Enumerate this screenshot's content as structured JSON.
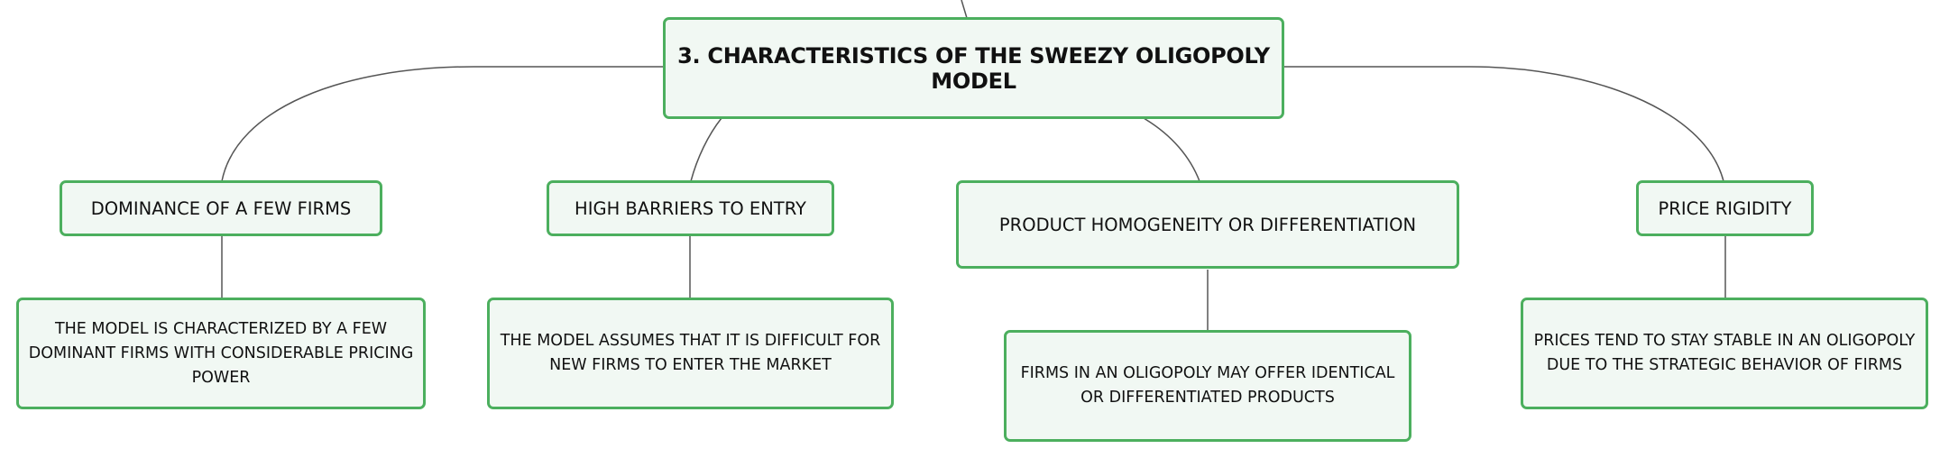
{
  "root": {
    "title": "3. CHARACTERISTICS OF THE SWEEZY OLIGOPOLY MODEL"
  },
  "branches": [
    {
      "label": "DOMINANCE OF A FEW FIRMS",
      "detail": "THE MODEL IS CHARACTERIZED BY A FEW DOMINANT FIRMS WITH CONSIDERABLE PRICING POWER"
    },
    {
      "label": "HIGH BARRIERS TO ENTRY",
      "detail": "THE MODEL ASSUMES THAT IT IS DIFFICULT FOR NEW FIRMS TO ENTER THE MARKET"
    },
    {
      "label": "PRODUCT HOMOGENEITY OR DIFFERENTIATION",
      "detail": "FIRMS IN AN OLIGOPOLY MAY OFFER IDENTICAL OR DIFFERENTIATED PRODUCTS"
    },
    {
      "label": "PRICE RIGIDITY",
      "detail": "PRICES TEND TO STAY STABLE IN AN OLIGOPOLY DUE TO THE STRATEGIC BEHAVIOR OF FIRMS"
    }
  ],
  "colors": {
    "node_border": "#4caf5e",
    "node_fill": "#f1f8f3",
    "connector": "#555555",
    "text": "#111111"
  }
}
